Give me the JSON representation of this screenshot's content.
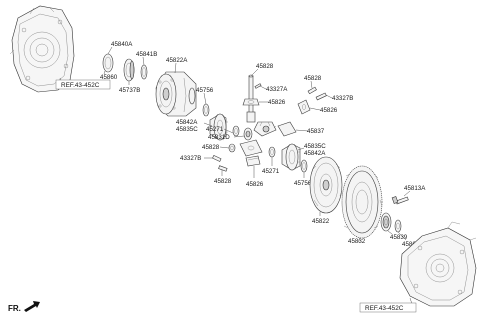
{
  "refs": {
    "top_left": "REF.43-452C",
    "bottom_right": "REF.43-452C"
  },
  "orientation": "FR.",
  "parts": {
    "p45840A": "45840A",
    "p45860": "45860",
    "p45841B": "45841B",
    "p45737B": "45737B",
    "p45822A": "45822A",
    "p45756a": "45756",
    "p45842A_a": "45842A",
    "p45835C_a": "45835C",
    "p45271a": "45271",
    "p45831D": "45831D",
    "p45828_top": "45828",
    "p43327A": "43327A",
    "p45826_a": "45826",
    "p45828_tr": "45828",
    "p43327B_r": "43327B",
    "p45826_b": "45826",
    "p45837": "45837",
    "p45828_mid": "45828",
    "p43327B_l": "43327B",
    "p45828_bot": "45828",
    "p45826_c": "45826",
    "p45271b": "45271",
    "p45835C_b": "45835C",
    "p45842A_b": "45842A",
    "p45756b": "45756",
    "p45822": "45822",
    "p45832": "45832",
    "p45813A": "45813A",
    "p45839": "45839",
    "p45867T": "45867T"
  },
  "icons": {
    "fr_arrow": "arrow-icon"
  }
}
